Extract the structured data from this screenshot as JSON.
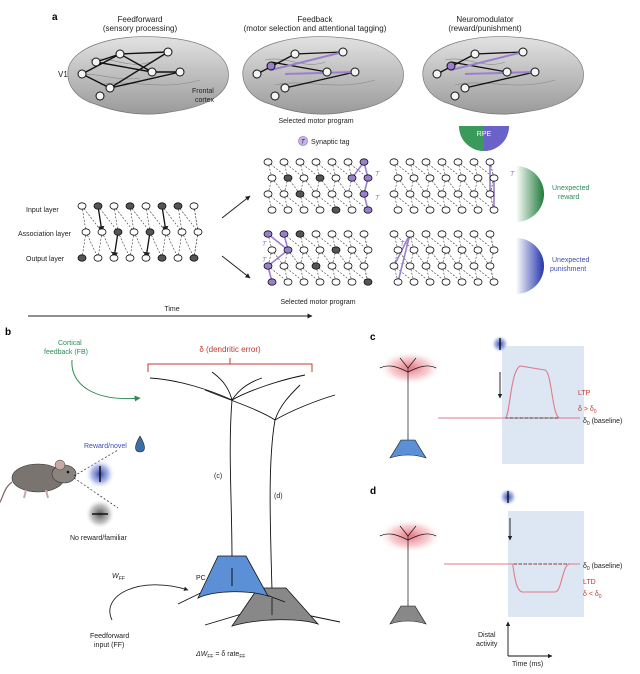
{
  "panel_letters": {
    "a": "a",
    "b": "b",
    "c": "c",
    "d": "d"
  },
  "panel_a": {
    "col1_title": "Feedforward",
    "col1_sub": "(sensory processing)",
    "col2_title": "Feedback",
    "col2_sub": "(motor selection and attentional tagging)",
    "col3_title": "Neuromodulator",
    "col3_sub": "(reward/punishment)",
    "v1_label": "V1",
    "frontal_label_1": "Frontal",
    "frontal_label_2": "cortex",
    "selected_program_top": "Selected motor program",
    "selected_program_bottom": "Selected motor program",
    "synaptic_tag_label": "Synaptic tag",
    "tag_letter": "T",
    "rpe_label": "RPE",
    "input_layer": "Input layer",
    "association_layer": "Association layer",
    "output_layer": "Output layer",
    "unexpected_reward_1": "Unexpected",
    "unexpected_reward_2": "reward",
    "unexpected_punishment_1": "Unexpected",
    "unexpected_punishment_2": "punishment",
    "time_label": "Time"
  },
  "panel_b": {
    "cortical_fb_1": "Cortical",
    "cortical_fb_2": "feedback (FB)",
    "dendritic_error": "δ (dendritic error)",
    "reward_novel": "Reward/novel",
    "no_reward_familiar": "No reward/familiar",
    "c_tag": "(c)",
    "d_tag": "(d)",
    "pc_label": "PC",
    "wff": "W",
    "wff_sub": "FF",
    "ff_input_1": "Feedforward",
    "ff_input_2": "input (FF)",
    "eq_delta_w": "ΔW",
    "eq_sub_ff": "FF",
    "eq_mid": " = δ rate",
    "eq_sub_ff2": "FF"
  },
  "panel_c": {
    "ltp": "LTP",
    "delta_gt": "δ > δ",
    "delta_sub": "0",
    "baseline": "δ",
    "baseline_sub": "0",
    "baseline_text": " (baseline)"
  },
  "panel_d": {
    "baseline": "δ",
    "baseline_sub": "0",
    "baseline_text": " (baseline)",
    "ltd": "LTD",
    "delta_lt": "δ < δ",
    "delta_sub": "0",
    "y_axis_1": "Distal",
    "y_axis_2": "activity",
    "x_axis": "Time (ms)"
  },
  "colors": {
    "purple": "#9b7fcf",
    "green": "#2e8b57",
    "blue": "#3b4fb3",
    "pc_blue": "#5b8fd6",
    "red": "#c0392b",
    "shade": "#dde6f3"
  }
}
